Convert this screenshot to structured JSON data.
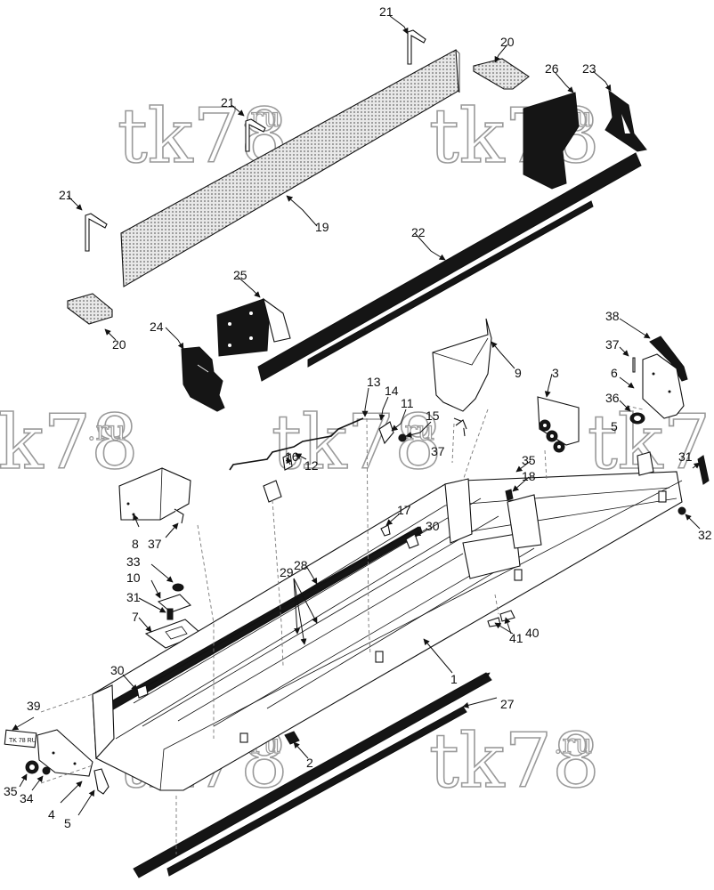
{
  "watermark": {
    "main": "tk78",
    "suffix": ".ru"
  },
  "label_39_text": "TK 78 RU",
  "callouts": {
    "c1": "1",
    "c2": "2",
    "c3": "3",
    "c4": "4",
    "c5a": "5",
    "c5b": "5",
    "c6": "6",
    "c7": "7",
    "c8": "8",
    "c9": "9",
    "c10": "10",
    "c11": "11",
    "c12": "12",
    "c13": "13",
    "c14": "14",
    "c15": "15",
    "c16": "16",
    "c17": "17",
    "c18": "18",
    "c19": "19",
    "c20a": "20",
    "c20b": "20",
    "c21a": "21",
    "c21b": "21",
    "c21c": "21",
    "c22": "22",
    "c23": "23",
    "c24": "24",
    "c25": "25",
    "c26": "26",
    "c27": "27",
    "c28": "28",
    "c29": "29",
    "c30a": "30",
    "c30b": "30",
    "c31a": "31",
    "c31b": "31",
    "c32": "32",
    "c33": "33",
    "c34": "34",
    "c35a": "35",
    "c35b": "35",
    "c36": "36",
    "c37a": "37",
    "c37b": "37",
    "c37c": "37",
    "c38": "38",
    "c39": "39",
    "c40": "40",
    "c41": "41"
  }
}
